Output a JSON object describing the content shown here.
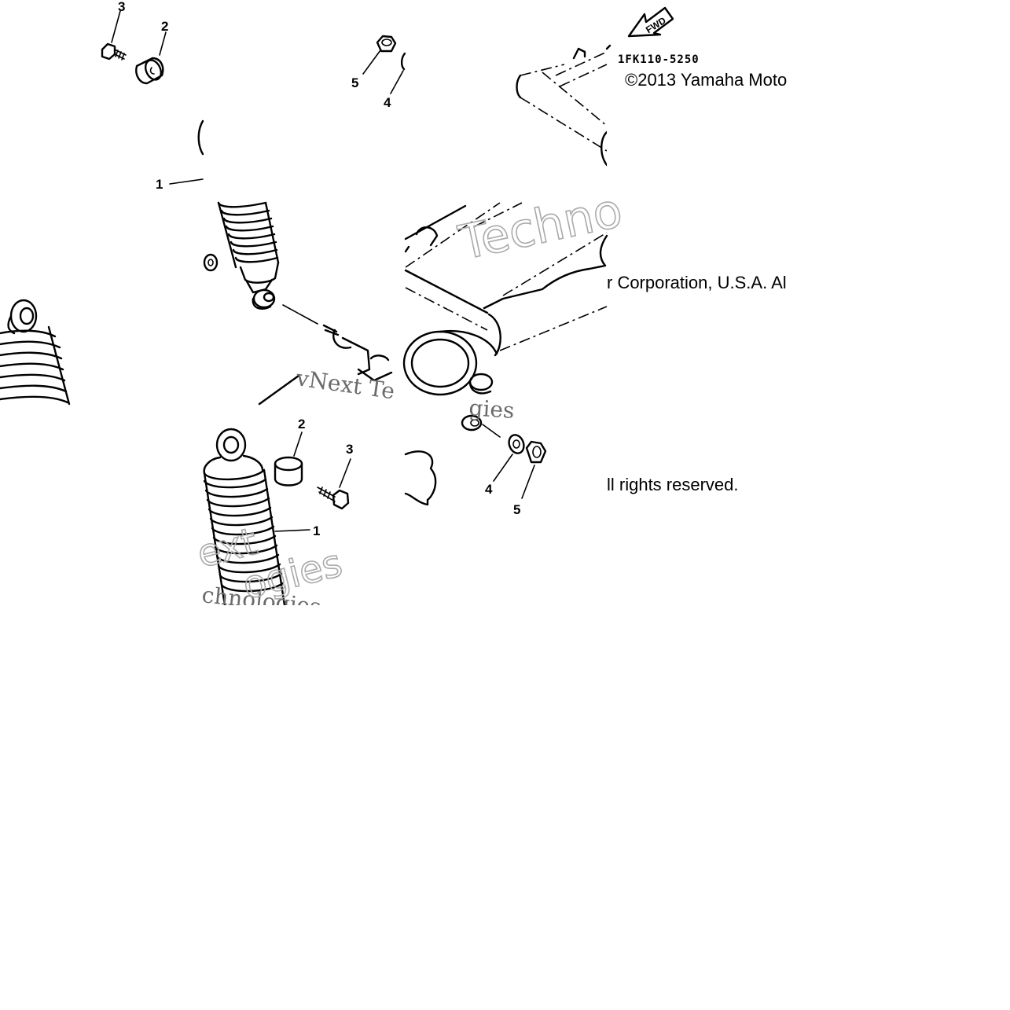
{
  "copyright": {
    "part1": "©2013 Yamaha Moto",
    "part2": "r Corporation, U.S.A. Al",
    "part3": "ll rights reserved."
  },
  "part_code": "1FK110-5250",
  "fwd_arrow_label": "FWD",
  "watermarks": {
    "w1": "Techno",
    "w2": "vNext Te",
    "w3": "gies",
    "w4": "ext",
    "w5": "chnologies",
    "w6": "ogies"
  },
  "callouts": {
    "top_left": [
      "3",
      "2",
      "1"
    ],
    "top_mid": [
      "5",
      "4"
    ],
    "bottom_left": [
      "2",
      "3",
      "1"
    ],
    "bottom_mid": [
      "4",
      "5"
    ]
  }
}
